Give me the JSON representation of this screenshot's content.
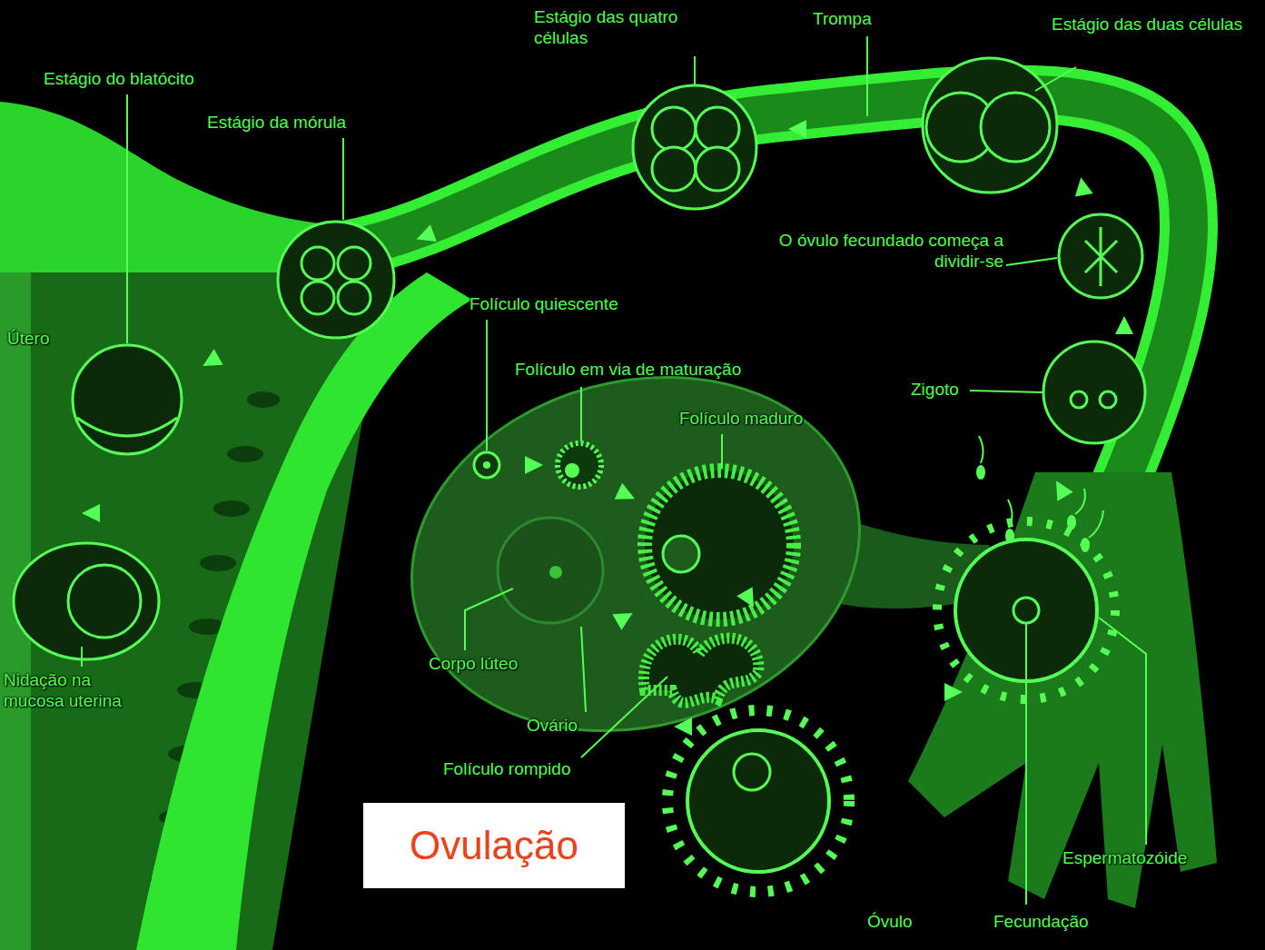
{
  "diagram": {
    "nodes": [
      {
        "text": [
          "Ovulação"
        ]
      }
    ],
    "labels": [
      "Estágio das quatro células",
      "Trompa",
      "Estágio das duas células",
      "Estágio do blatócito",
      "Estágio da mórula",
      "O óvulo fecundado começa a dividir-se",
      "Folículo quiescente",
      "Útero",
      "Folículo em via de maturação",
      "Zigoto",
      "Folículo maduro",
      "Corpo lúteo",
      "Nidação na mucosa uterina",
      "Ovário",
      "Folículo rompido",
      "Espermatozóide",
      "Óvulo",
      "Fecundação"
    ]
  }
}
